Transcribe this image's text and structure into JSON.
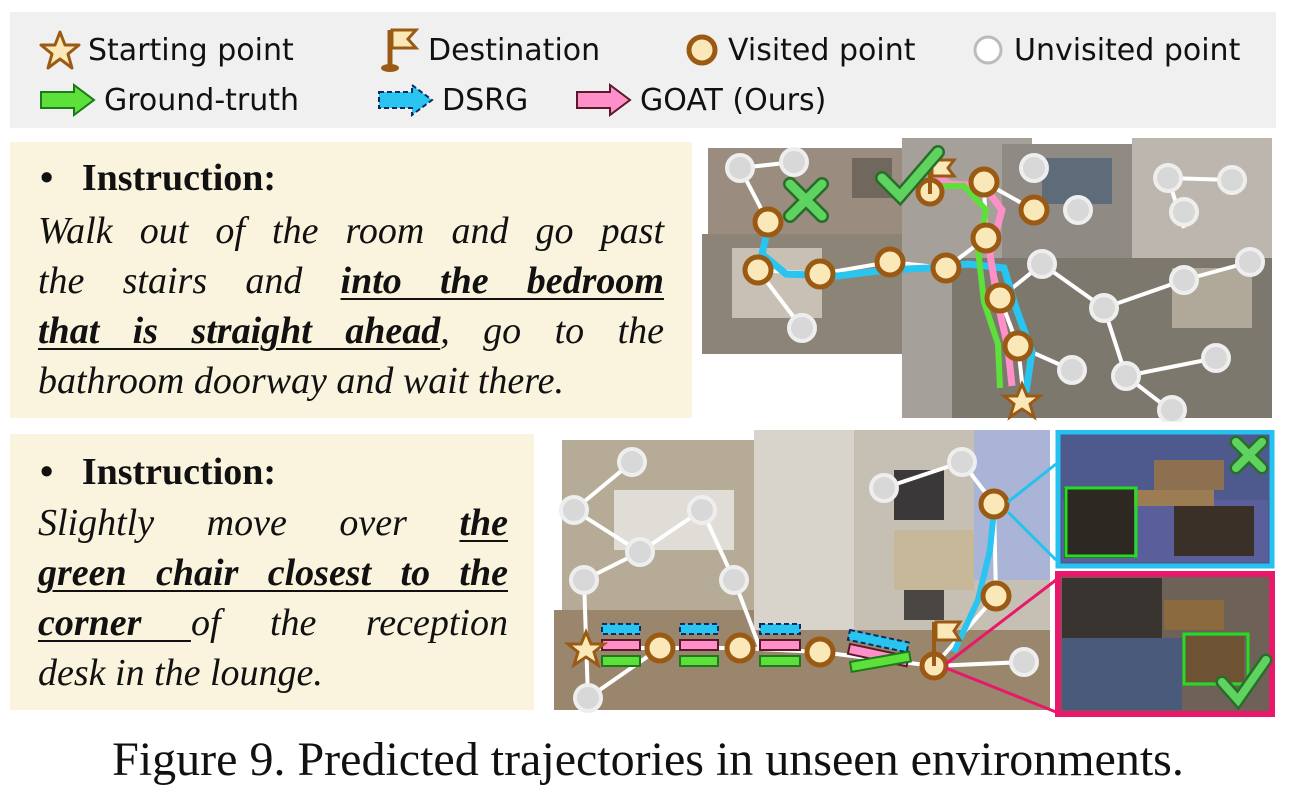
{
  "legend": {
    "starting_point": "Starting point",
    "destination": "Destination",
    "visited_point": "Visited point",
    "unvisited_point": "Unvisited point",
    "ground_truth": "Ground-truth",
    "dsrg": "DSRG",
    "goat": "GOAT (Ours)"
  },
  "example1": {
    "heading": "Instruction:",
    "text_a": "Walk out of the room and go past",
    "text_b": "the stairs and ",
    "text_c": "into the bedroom",
    "text_d": "that is straight ahead",
    "text_e": ", go to the",
    "text_f": "bathroom doorway and wait there."
  },
  "example2": {
    "heading": "Instruction:",
    "text_a": "Slightly move over ",
    "text_b": "the",
    "text_c": "green chair closest to the",
    "text_d": "corner ",
    "text_e": "of the reception",
    "text_f": "desk in the lounge."
  },
  "caption": "Figure 9. Predicted trajectories in unseen environments.",
  "colors": {
    "ground_truth": "#5ee03a",
    "dsrg": "#29c4ef",
    "goat": "#ff8fc8",
    "visited_fill": "#fbe8b8",
    "visited_ring": "#9b5a14",
    "unvisited": "#dcdcdc",
    "dsrg_frame": "#25c1ef",
    "goat_frame": "#e8196a",
    "check": "#5fd35f",
    "cross": "#5fd35f"
  },
  "icons": [
    "star-icon",
    "flag-icon",
    "visited-point-icon",
    "unvisited-point-icon",
    "arrow-icon",
    "check-icon",
    "cross-icon"
  ]
}
